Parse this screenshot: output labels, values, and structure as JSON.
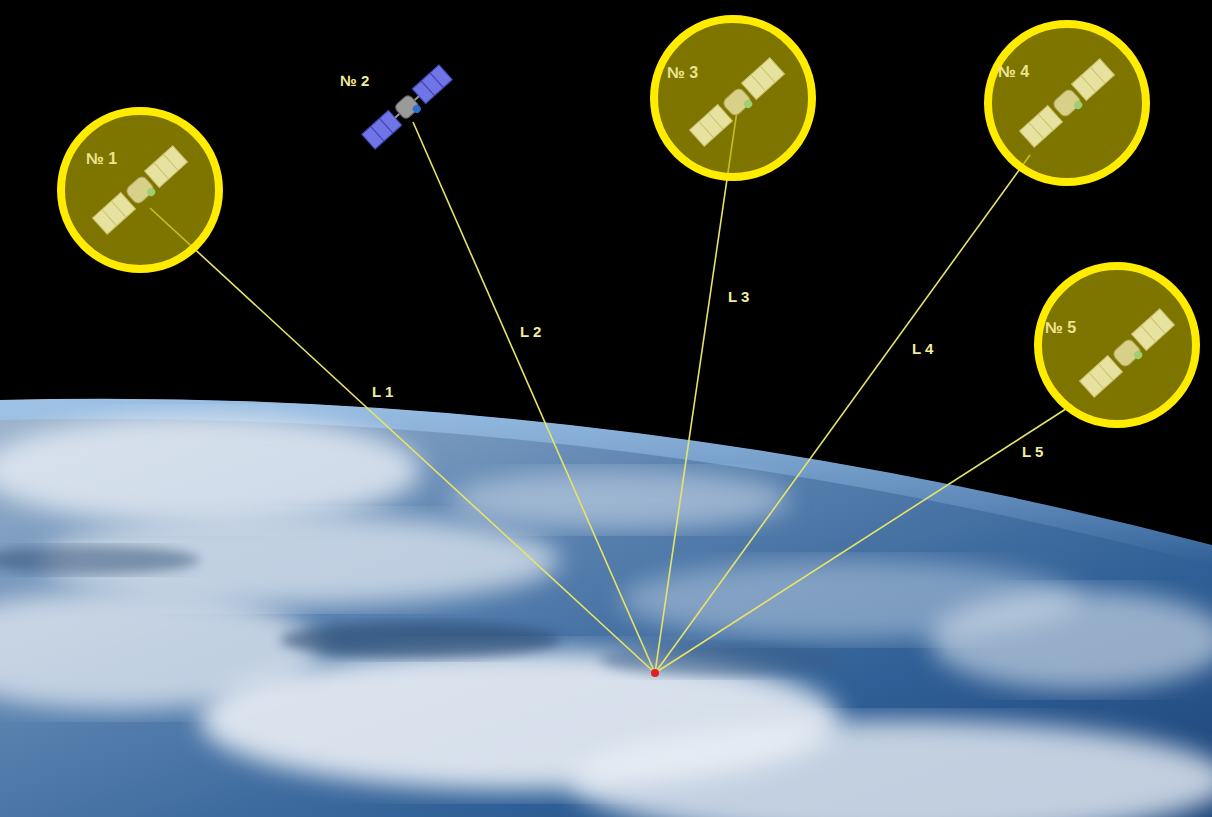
{
  "diagram": {
    "nodes": [
      {
        "text": [
          "№ 1"
        ]
      },
      {
        "text": [
          "№ 3"
        ]
      },
      {
        "text": [
          "№ 4"
        ]
      },
      {
        "text": [
          "№ 5"
        ]
      }
    ],
    "labels": [
      "№ 2",
      "L 1",
      "L 2",
      "L 3",
      "L 4",
      "L 5"
    ]
  }
}
